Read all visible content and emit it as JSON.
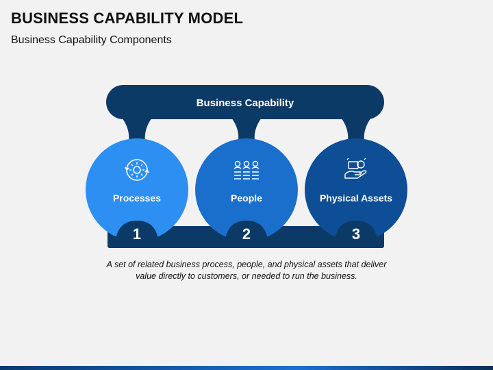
{
  "slide": {
    "title": "BUSINESS CAPABILITY MODEL",
    "subtitle": "Business Capability Components"
  },
  "diagram": {
    "header_label": "Business Capability",
    "components": [
      {
        "label": "Processes",
        "number": "1",
        "icon": "gear-cycle-icon",
        "color": "#2e8ff2"
      },
      {
        "label": "People",
        "number": "2",
        "icon": "people-group-icon",
        "color": "#1a6fcc"
      },
      {
        "label": "Physical Assets",
        "number": "3",
        "icon": "hand-money-icon",
        "color": "#0d4e96"
      }
    ],
    "bar_color": "#0c3a66",
    "caption": "A set of related business process, people, and physical assets that deliver value directly to customers, or needed to run the business."
  }
}
